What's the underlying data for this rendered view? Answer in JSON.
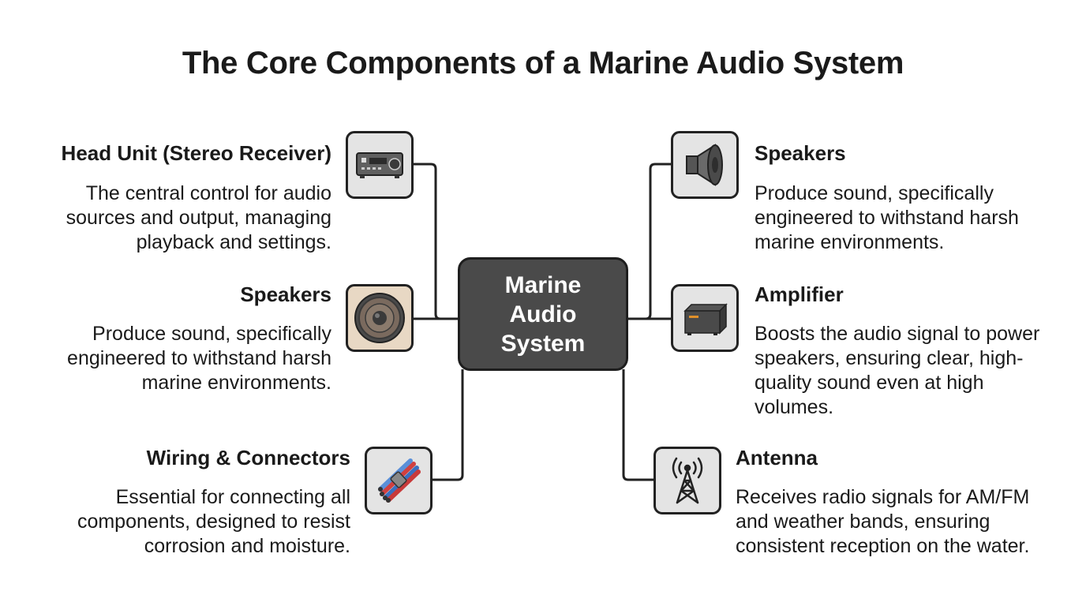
{
  "title": "The Core Components of a Marine Audio System",
  "center": {
    "label": "Marine Audio System"
  },
  "components": {
    "head_unit": {
      "heading": "Head Unit (Stereo Receiver)",
      "desc_lines": [
        "The central control for audio",
        "sources and output, managing",
        "playback and settings."
      ],
      "icon": "stereo-receiver-icon"
    },
    "speakers_left": {
      "heading": "Speakers",
      "desc_lines": [
        "Produce sound, specifically",
        "engineered to withstand harsh",
        "marine environments."
      ],
      "icon": "speaker-driver-icon"
    },
    "wiring": {
      "heading": "Wiring & Connectors",
      "desc_lines": [
        "Essential for connecting all",
        "components, designed to resist",
        "corrosion and moisture."
      ],
      "icon": "cable-bundle-icon"
    },
    "speakers_right": {
      "heading": "Speakers",
      "desc_lines": [
        "Produce sound, specifically",
        "engineered to withstand harsh",
        "marine environments."
      ],
      "icon": "speaker-icon"
    },
    "amplifier": {
      "heading": "Amplifier",
      "desc_lines": [
        "Boosts the audio signal to power",
        "speakers, ensuring clear, high-",
        "quality sound even at high",
        "volumes."
      ],
      "icon": "amplifier-icon"
    },
    "antenna": {
      "heading": "Antenna",
      "desc_lines": [
        "Receives radio signals for AM/FM",
        "and weather bands, ensuring",
        "consistent reception on the water."
      ],
      "icon": "antenna-icon"
    }
  }
}
